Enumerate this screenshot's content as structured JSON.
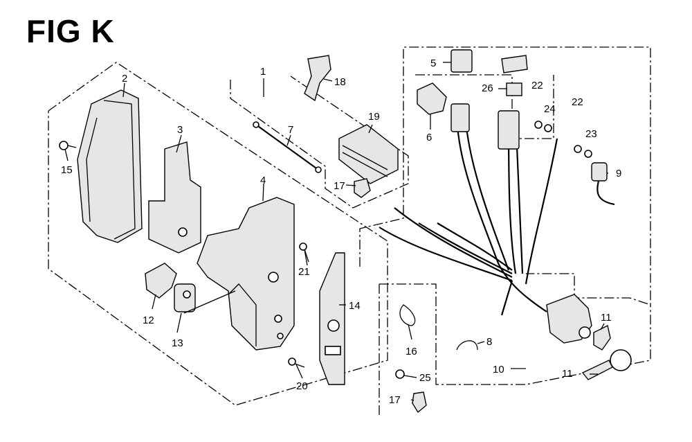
{
  "title": "FIG K",
  "callouts": {
    "1": "1",
    "2": "2",
    "3": "3",
    "4": "4",
    "5": "5",
    "6": "6",
    "7": "7",
    "8": "8",
    "9": "9",
    "10": "10",
    "12": "12",
    "13": "13",
    "14": "14",
    "15": "15",
    "16": "16",
    "18": "18",
    "19": "19",
    "20": "20",
    "21": "21",
    "23": "23",
    "24": "24",
    "25": "25",
    "26": "26",
    "11a": "11",
    "11b": "11",
    "17a": "17",
    "17b": "17",
    "22a": "22",
    "22b": "22"
  }
}
